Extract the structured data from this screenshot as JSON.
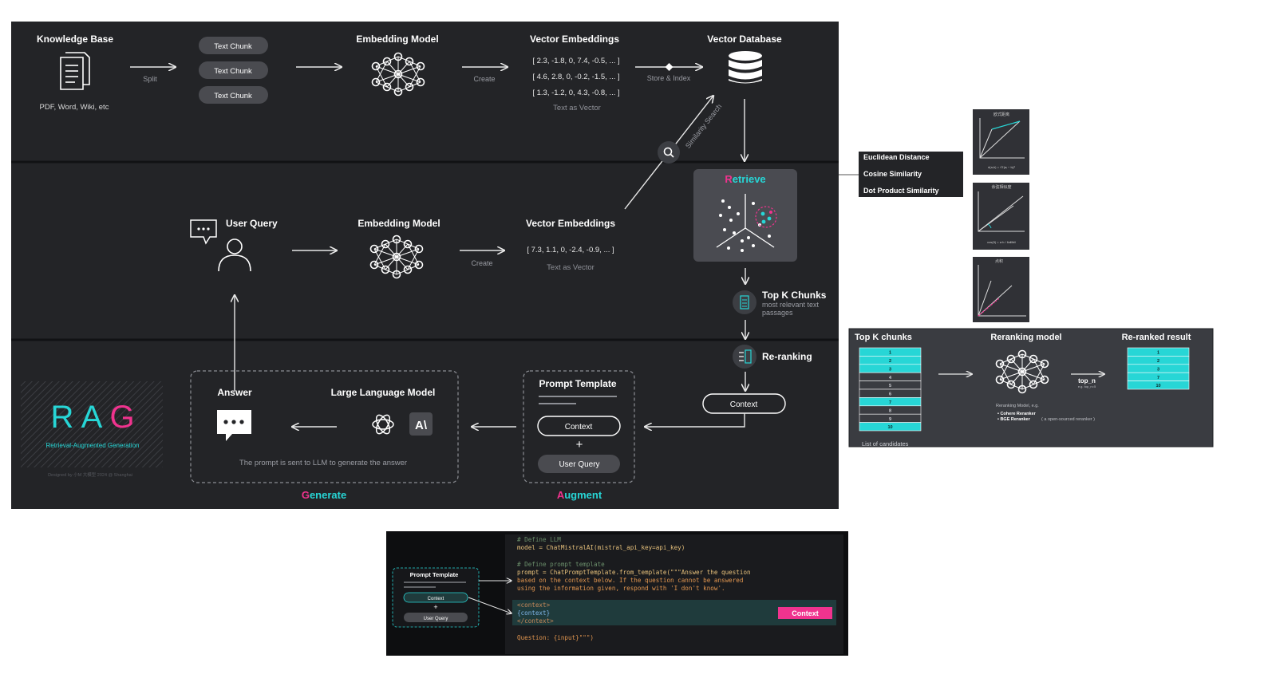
{
  "colors": {
    "panel_bg": "#232427",
    "pink": "#f0338e",
    "cyan": "#27d6d6",
    "text": "#ffffff",
    "muted": "#b9bcc4"
  },
  "ingest": {
    "knowledge_base": "Knowledge Base",
    "sources": "PDF, Word, Wiki, etc",
    "split": "Split",
    "chunks": [
      "Text Chunk",
      "Text Chunk",
      "Text Chunk"
    ],
    "embedding_model": "Embedding Model",
    "create": "Create",
    "vector_embeddings": "Vector Embeddings",
    "vectors": [
      "[ 2.3, -1.8, 0, 7.4, -0.5, ... ]",
      "[ 4.6, 2.8, 0, -0.2, -1.5, ... ]",
      "[ 1.3, -1.2, 0, 4.3, -0.8, ... ]"
    ],
    "text_as_vector": "Text as Vector",
    "store_index": "Store & Index",
    "vector_database": "Vector Database",
    "similarity_search": "Similarity Search"
  },
  "retrieve": {
    "title_first": "R",
    "title_rest": "etrieve",
    "top_k": "Top K Chunks",
    "top_k_sub1": "most relevant text",
    "top_k_sub2": "passages",
    "reranking": "Re-ranking",
    "context": "Context"
  },
  "query": {
    "user_query": "User Query",
    "embedding_model": "Embedding Model",
    "create": "Create",
    "vector_embeddings": "Vector Embeddings",
    "vector": "[ 7.3, 1.1, 0, -2.4, -0.9, ... ]",
    "text_as_vector": "Text as Vector"
  },
  "generate": {
    "answer": "Answer",
    "llm": "Large Language Model",
    "note": "The prompt is sent to LLM to generate the answer",
    "label_first": "G",
    "label_rest": "enerate"
  },
  "augment": {
    "prompt_template": "Prompt Template",
    "context": "Context",
    "plus": "+",
    "user_query": "User Query",
    "label_first": "A",
    "label_rest": "ugment"
  },
  "logo": {
    "letters": [
      "R",
      "A",
      "G"
    ],
    "subtitle": "Retrieval-Augmented Generation",
    "credit": "Designed by 小M 大模型     2024 @ Shanghai"
  },
  "similarity": {
    "items": [
      "Euclidean Distance",
      "Cosine Similarity",
      "Dot Product Similarity"
    ],
    "thumb_titles": [
      "欧式距离",
      "余弦相似度",
      "点积"
    ],
    "formula_euclid": "d(a,b) = √Σ(aᵢ − bᵢ)²",
    "formula_cos": "cos(θ) = a·b / ‖a‖‖b‖"
  },
  "rerank": {
    "col1": "Top K chunks",
    "col2": "Reranking model",
    "col3": "Re-ranked result",
    "candidates": [
      "1",
      "2",
      "3",
      "4",
      "5",
      "6",
      "7",
      "8",
      "9",
      "10"
    ],
    "highlighted": [
      true,
      true,
      true,
      false,
      false,
      false,
      true,
      false,
      false,
      true
    ],
    "list_label": "List of candidates",
    "model_note": "Reranking Model, e.g.",
    "bullet1": "• Cohere Reranker",
    "bullet2": "• BGE Reranker",
    "bullet2_note": "( a open-sourced reranker )",
    "top_n": "top_n",
    "top_n_sub": "e.g. top_n=5",
    "result": [
      "1",
      "2",
      "3",
      "7",
      "10"
    ]
  },
  "code": {
    "comment1": "# Define LLM",
    "line1": "model = ChatMistralAI(mistral_api_key=api_key)",
    "comment2": "# Define prompt template",
    "line2": "prompt = ChatPromptTemplate.from_template(\"\"\"Answer the question",
    "line3": "based on the context below. If the question cannot be answered",
    "line4": "using the information given, respond with 'I don't know'.",
    "ctx1": "<context>",
    "ctx2": "{context}",
    "ctx3": "</context>",
    "question": "Question: {input}\"\"\")",
    "badge": "Context",
    "mini_title": "Prompt Template",
    "mini_context": "Context",
    "mini_plus": "+",
    "mini_query": "User Query"
  }
}
